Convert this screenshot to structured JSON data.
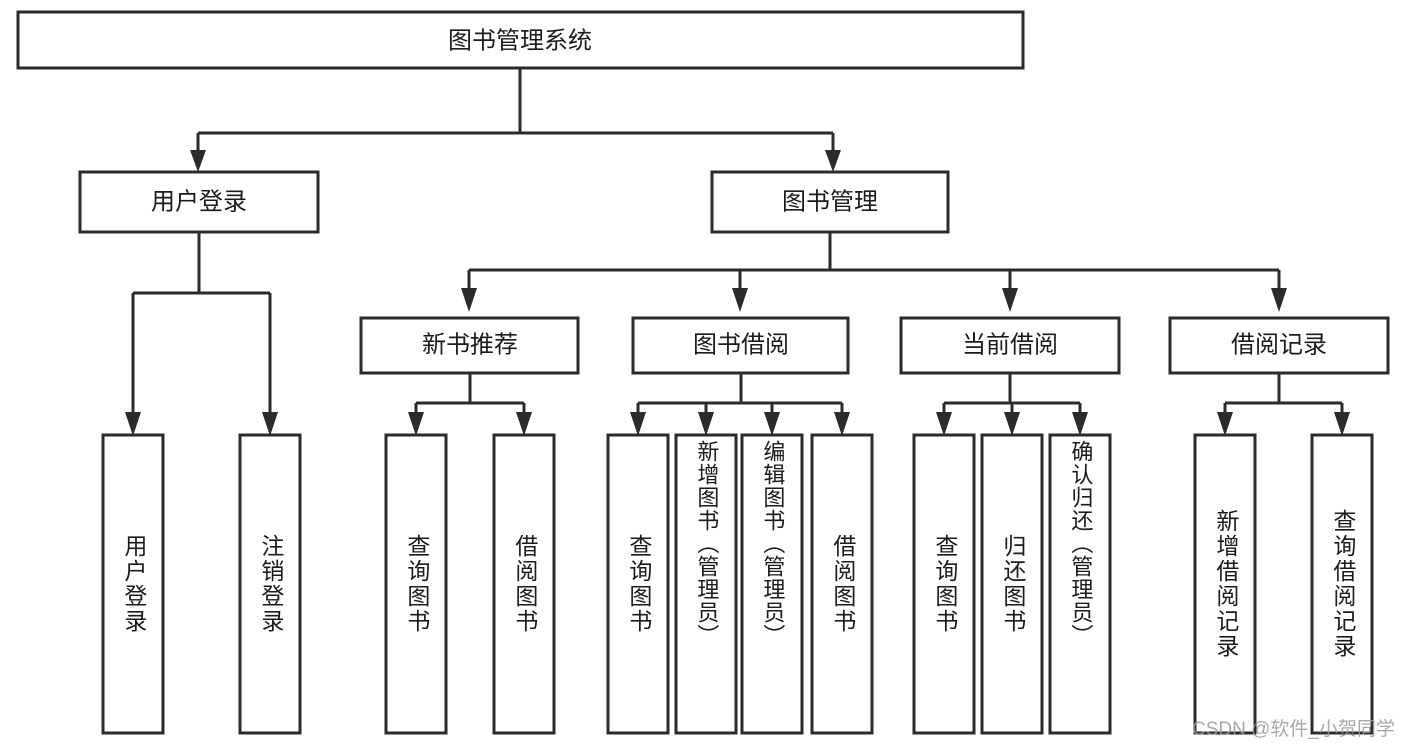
{
  "diagram": {
    "title": "图书管理系统",
    "type": "tree",
    "orientation": "top-down",
    "watermark": "CSDN @软件_小贺同学",
    "colors": {
      "box_stroke": "#2b2b2b",
      "box_fill": "#ffffff",
      "connector": "#2b2b2b",
      "text": "#1b1b1b",
      "background": "#ffffff",
      "watermark": "#9a9a9a"
    },
    "root": {
      "label": "图书管理系统",
      "id": "root-system"
    },
    "level2": [
      {
        "id": "user-login",
        "label": "用户登录"
      },
      {
        "id": "book-management",
        "label": "图书管理"
      }
    ],
    "level3": [
      {
        "id": "new-book-recommend",
        "label": "新书推荐",
        "parent": "book-management"
      },
      {
        "id": "book-borrow",
        "label": "图书借阅",
        "parent": "book-management"
      },
      {
        "id": "current-borrow",
        "label": "当前借阅",
        "parent": "book-management"
      },
      {
        "id": "borrow-record",
        "label": "借阅记录",
        "parent": "book-management"
      }
    ],
    "leaves": {
      "user-login": [
        {
          "id": "leaf-user-login",
          "label": "用户登录"
        },
        {
          "id": "leaf-logout",
          "label": "注销登录"
        }
      ],
      "new-book-recommend": [
        {
          "id": "leaf-query-book-1",
          "label": "查询图书"
        },
        {
          "id": "leaf-borrow-book-1",
          "label": "借阅图书"
        }
      ],
      "book-borrow": [
        {
          "id": "leaf-query-book-2",
          "label": "查询图书"
        },
        {
          "id": "leaf-add-book",
          "label": "新增图书（管理员）"
        },
        {
          "id": "leaf-edit-book",
          "label": "编辑图书（管理员）"
        },
        {
          "id": "leaf-borrow-book-2",
          "label": "借阅图书"
        }
      ],
      "current-borrow": [
        {
          "id": "leaf-query-book-3",
          "label": "查询图书"
        },
        {
          "id": "leaf-return-book",
          "label": "归还图书"
        },
        {
          "id": "leaf-confirm-return",
          "label": "确认归还（管理员）"
        }
      ],
      "borrow-record": [
        {
          "id": "leaf-add-record",
          "label": "新增借阅记录"
        },
        {
          "id": "leaf-query-record",
          "label": "查询借阅记录"
        }
      ]
    }
  }
}
